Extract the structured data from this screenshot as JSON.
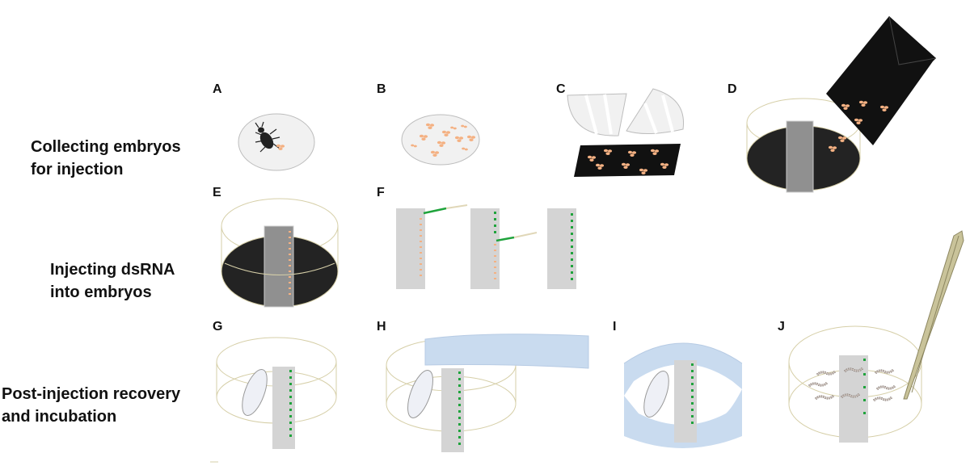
{
  "rows": [
    {
      "line1": "Collecting embryos",
      "line2": "for injection"
    },
    {
      "line1": "Injecting dsRNA",
      "line2": "into embryos"
    },
    {
      "line1": "Post-injection recovery",
      "line2": "and incubation"
    }
  ],
  "panels": [
    "A",
    "B",
    "C",
    "D",
    "E",
    "F",
    "G",
    "H",
    "I",
    "J"
  ],
  "colors": {
    "egg": "#f4b183",
    "injected": "#1fa33c",
    "needle": "#1fa33c",
    "dark": "#222222",
    "slide": "#d0d0d0",
    "dish_rim": "#d6cfa8",
    "blue_film": "#c9dbef",
    "forceps": "#c9c39a"
  }
}
